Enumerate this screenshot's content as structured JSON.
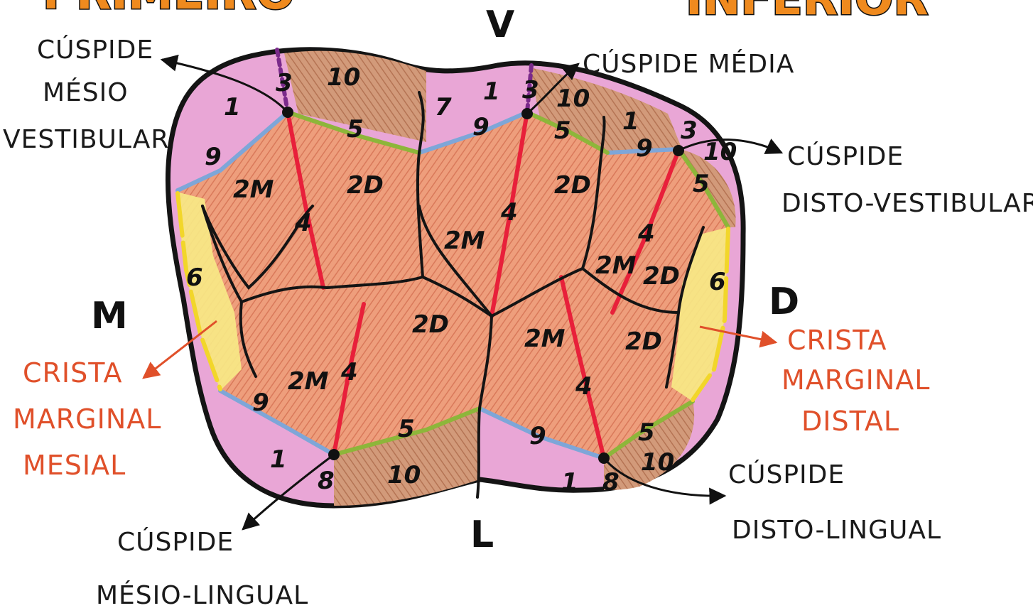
{
  "title_left": "PRIMEIRO",
  "title_right": "INFERIOR",
  "orientation": {
    "top": "V",
    "bottom": "L",
    "left": "M",
    "right": "D"
  },
  "labels": {
    "mesio_vestibular": [
      "CÚSPIDE",
      "MÉSIO",
      "VESTIBULAR"
    ],
    "media": [
      "CÚSPIDE MÉDIA"
    ],
    "disto_vestibular": [
      "CÚSPIDE",
      "DISTO-VESTIBULAR"
    ],
    "disto_lingual": [
      "CÚSPIDE",
      "DISTO-LINGUAL"
    ],
    "mesio_lingual": [
      "CÚSPIDE",
      "MÉSIO-LINGUAL"
    ],
    "crista_mesial": [
      "CRISTA",
      "MARGINAL",
      "MESIAL"
    ],
    "crista_distal": [
      "CRISTA",
      "MARGINAL",
      "DISTAL"
    ]
  },
  "region_numbers": {
    "n1": "1",
    "n2m": "2M",
    "n2d": "2D",
    "n3": "3",
    "n4": "4",
    "n5": "5",
    "n6": "6",
    "n7": "7",
    "n8": "8",
    "n9": "9",
    "n10": "10"
  },
  "colors": {
    "outline": "#141414",
    "enamel_pink": "#e9a6d6",
    "occlusal": "#ec9c7a",
    "cusp_brown": "#c98a6a",
    "marginal_yellow": "#f7ea86",
    "ridge_red": "#e8203a",
    "ridge_green": "#8db63a",
    "ridge_blue": "#7ea6d8",
    "ridge_yellow": "#f2d62a",
    "label_red": "#e0502a"
  }
}
